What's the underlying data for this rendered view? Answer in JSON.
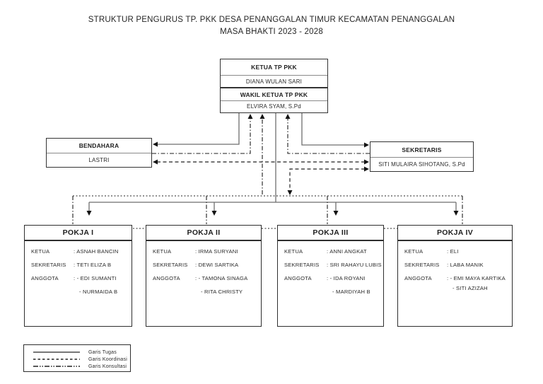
{
  "title": {
    "line1": "STRUKTUR PENGURUS TP. PKK DESA PENANGGALAN TIMUR KECAMATAN PENANGGALAN",
    "line2": "MASA BHAKTI 2023 - 2028"
  },
  "top_box": {
    "ketua_label": "KETUA TP PKK",
    "ketua_name": "DIANA WULAN SARI",
    "wakil_label": "WAKIL KETUA TP PKK",
    "wakil_name": "ELVIRA SYAM, S.Pd"
  },
  "bendahara": {
    "label": "BENDAHARA",
    "name": "LASTRI"
  },
  "sekretaris": {
    "label": "SEKRETARIS",
    "name": "SITI MULAIRA SIHOTANG, S.Pd"
  },
  "row_labels": {
    "ketua": "KETUA",
    "sekretaris": "SEKRETARIS",
    "anggota": "ANGGOTA"
  },
  "pokja": [
    {
      "title": "POKJA I",
      "ketua": ": ASNAH BANCIN",
      "sekretaris": ": TETI ELIZA B",
      "anggota1": ": - EDI SUMANTI",
      "anggota2": "- NURMAIDA B"
    },
    {
      "title": "POKJA II",
      "ketua": ": IRMA SURYANI",
      "sekretaris": ": DEWI SARTIKA",
      "anggota1": ": - TAMONA SINAGA",
      "anggota2": "- RITA CHRISTY"
    },
    {
      "title": "POKJA III",
      "ketua": ": ANNI ANGKAT",
      "sekretaris": ": SRI RAHAYU LUBIS",
      "anggota1": ": - IDA ROYANI",
      "anggota2": "- MARDIYAH B"
    },
    {
      "title": "POKJA IV",
      "ketua": ": ELI",
      "sekretaris": ": LABA MANIK",
      "anggota1": ": - EMI MAYA KARTIKA",
      "anggota2": "- SITI AZIZAH"
    }
  ],
  "legend": {
    "items": [
      {
        "style": "solid",
        "label": "Garis Tugas"
      },
      {
        "style": "dashed",
        "label": "Garis Koordinasi"
      },
      {
        "style": "dashdot",
        "label": "Garis Konsultasi"
      }
    ]
  },
  "colors": {
    "line_solid": "#6e6e6e",
    "line_dark": "#1c1c1c",
    "text": "#1f1f1f"
  }
}
